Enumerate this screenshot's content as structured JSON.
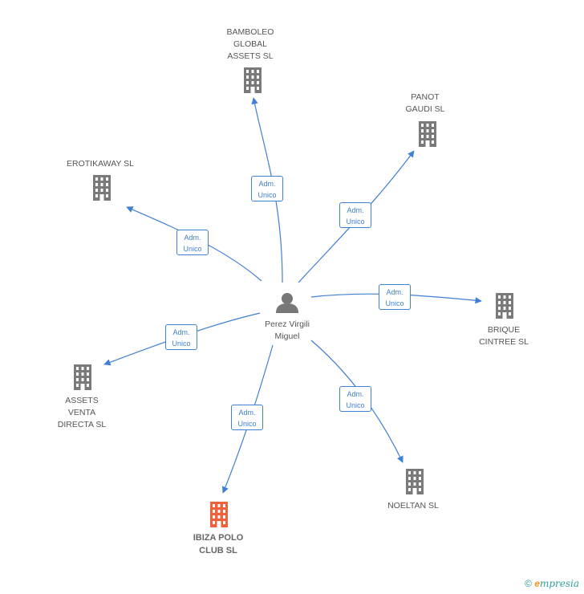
{
  "colors": {
    "edge": "#3f7fd4",
    "building": "#7a7a7a",
    "focus_building": "#f0603a",
    "person": "#777777"
  },
  "center": {
    "name_line1": "Perez Virgili",
    "name_line2": "Miguel",
    "icon": "person-icon"
  },
  "companies": [
    {
      "id": "bamboleo",
      "lines": [
        "BAMBOLEO",
        "GLOBAL",
        "ASSETS SL"
      ],
      "role": [
        "Adm.",
        "Unico"
      ]
    },
    {
      "id": "panot",
      "lines": [
        "PANOT",
        "GAUDI SL"
      ],
      "role": [
        "Adm.",
        "Unico"
      ]
    },
    {
      "id": "erotikaway",
      "lines": [
        "EROTIKAWAY SL"
      ],
      "role": [
        "Adm.",
        "Unico"
      ]
    },
    {
      "id": "brique",
      "lines": [
        "BRIQUE",
        "CINTREE SL"
      ],
      "role": [
        "Adm.",
        "Unico"
      ]
    },
    {
      "id": "assets-venta",
      "lines": [
        "ASSETS",
        "VENTA",
        "DIRECTA SL"
      ],
      "role": [
        "Adm.",
        "Unico"
      ]
    },
    {
      "id": "noeltan",
      "lines": [
        "NOELTAN SL"
      ],
      "role": [
        "Adm.",
        "Unico"
      ]
    },
    {
      "id": "ibiza",
      "lines": [
        "IBIZA POLO",
        "CLUB SL"
      ],
      "role": [
        "Adm.",
        "Unico"
      ],
      "focus": true
    }
  ],
  "footer": {
    "copyright": "©",
    "brand_first": "e",
    "brand_rest": "mpresia"
  }
}
